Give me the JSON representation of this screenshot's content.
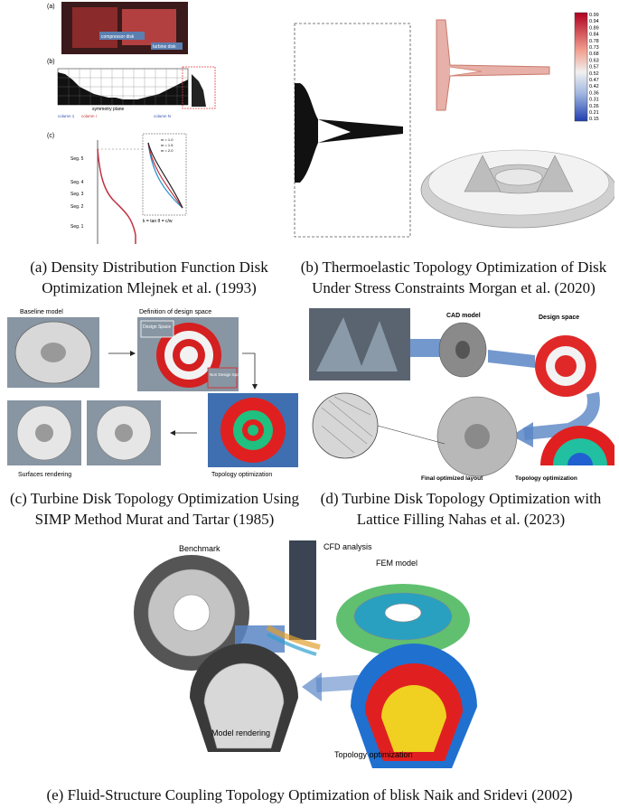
{
  "panel_a": {
    "sub_labels": [
      "(a)",
      "(b)",
      "(c)"
    ],
    "photo_labels": [
      "compressor disk",
      "turbine disk"
    ],
    "plane_label": "symmetry plane",
    "column_labels": [
      "column 1",
      "column i",
      "column N"
    ],
    "seg_labels": [
      "Seg. 5",
      "Seg. 4",
      "Seg. 3",
      "Seg. 2",
      "Seg. 1"
    ],
    "legend": [
      "m = 1.0",
      "m = 1.5",
      "m = 2.0"
    ],
    "formula": "k = tan θ = c/w"
  },
  "panel_b": {
    "colorbar": [
      "0.99",
      "0.94",
      "0.89",
      "0.84",
      "0.78",
      "0.73",
      "0.68",
      "0.63",
      "0.57",
      "0.52",
      "0.47",
      "0.42",
      "0.36",
      "0.31",
      "0.26",
      "0.21",
      "0.15"
    ]
  },
  "panel_c": {
    "labels": {
      "baseline": "Baseline model",
      "definition": "Definition of design space",
      "design_space": "Design Space",
      "non_design": "Non Design Space",
      "surfaces": "Surfaces rendering",
      "topo": "Topology optimization"
    }
  },
  "panel_d": {
    "labels": {
      "cad": "CAD model",
      "design_space": "Design space",
      "final": "Final optimized layout",
      "topo": "Topology optimization"
    }
  },
  "panel_e": {
    "labels": {
      "benchmark": "Benchmark",
      "cfd": "CFD analysis",
      "fem": "FEM model",
      "rendering": "Model rendering",
      "topo": "Topology optimization"
    }
  },
  "captions": {
    "a": "(a) Density Distribution Function Disk Optimization  Mlejnek et al. (1993)",
    "b": "(b) Thermoelastic Topology Optimization of Disk Under Stress Constraints  Morgan et al. (2020)",
    "c": "(c) Turbine Disk Topology Optimization Using SIMP Method  Murat and Tartar (1985)",
    "d": "(d) Turbine Disk Topology Optimization with Lattice Filling  Nahas et al. (2023)",
    "e": "(e) Fluid-Structure Coupling Topology Optimization of blisk  Naik and Sridevi (2002)"
  }
}
